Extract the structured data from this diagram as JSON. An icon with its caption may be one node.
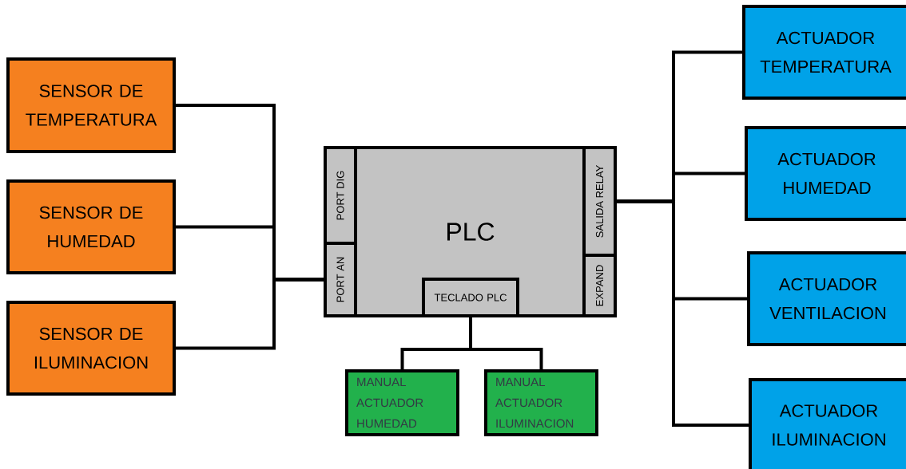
{
  "diagram": {
    "nodes": [
      {
        "text": [
          "SENSOR DE TEMPERATURA"
        ]
      },
      {
        "text": [
          "SENSOR DE HUMEDAD"
        ]
      },
      {
        "text": [
          "SENSOR DE ILUMINACION"
        ]
      },
      {
        "text": [
          "PLC"
        ]
      },
      {
        "text": [
          "PORT DIG"
        ],
        "in": 3
      },
      {
        "text": [
          "PORT AN"
        ],
        "in": 3
      },
      {
        "text": [
          "SALIDA RELAY"
        ],
        "in": 3
      },
      {
        "text": [
          "EXPAND"
        ],
        "in": 3
      },
      {
        "text": [
          "TECLADO PLC"
        ],
        "in": 3
      },
      {
        "text": [
          "MANUAL ACTUADOR HUMEDAD"
        ]
      },
      {
        "text": [
          "MANUAL ACTUADOR ILUMINACION"
        ]
      },
      {
        "text": [
          "ACTUADOR TEMPERATURA"
        ]
      },
      {
        "text": [
          "ACTUADOR HUMEDAD"
        ]
      },
      {
        "text": [
          "ACTUADOR VENTILACION"
        ]
      },
      {
        "text": [
          "ACTUADOR ILUMINACION"
        ]
      }
    ],
    "edges": [
      {
        "from": 0,
        "to": 5,
        "arrow": "none"
      },
      {
        "from": 1,
        "to": 5,
        "arrow": "none"
      },
      {
        "from": 2,
        "to": 5,
        "arrow": "none"
      },
      {
        "from": 6,
        "to": 11,
        "arrow": "none"
      },
      {
        "from": 6,
        "to": 12,
        "arrow": "none"
      },
      {
        "from": 6,
        "to": 13,
        "arrow": "none"
      },
      {
        "from": 6,
        "to": 14,
        "arrow": "none"
      },
      {
        "from": 8,
        "to": 9,
        "arrow": "none"
      },
      {
        "from": 8,
        "to": 10,
        "arrow": "none"
      }
    ]
  }
}
